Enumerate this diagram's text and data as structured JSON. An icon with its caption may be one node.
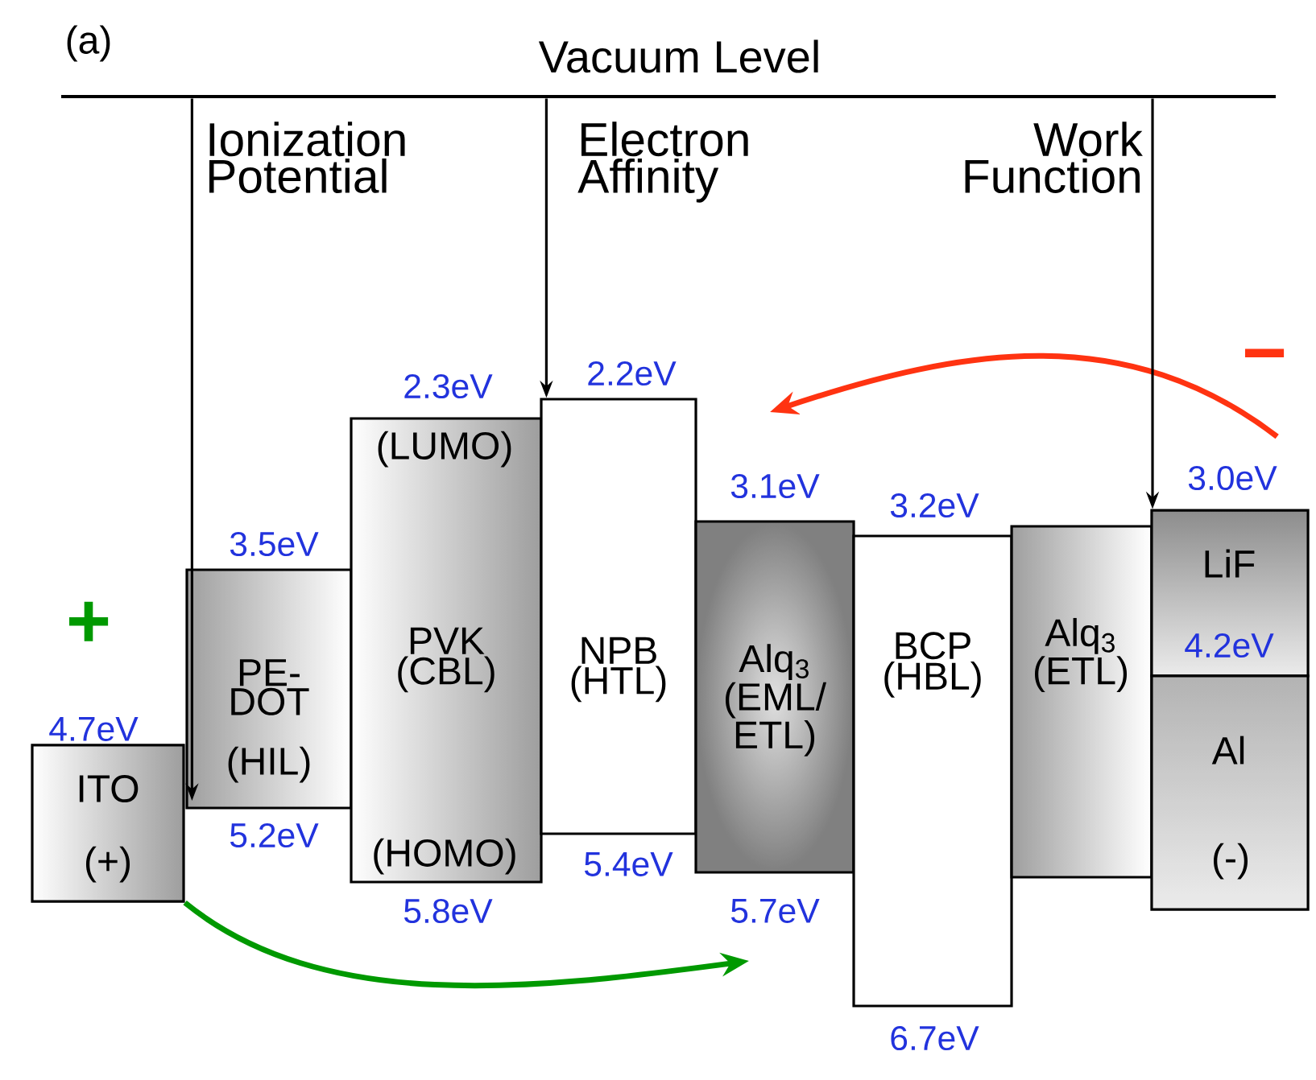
{
  "diagram": {
    "nodes": [
      {
        "text": [
          "ITO",
          "(+)"
        ],
        "beside": [
          "4.7eV"
        ]
      },
      {
        "text": [
          "PE- DOT",
          "(HIL)"
        ],
        "beside": [
          "3.5eV",
          "5.2eV"
        ]
      },
      {
        "text": [
          "(LUMO)",
          "PVK (CBL)",
          "(HOMO)"
        ],
        "beside": [
          "2.3eV",
          "5.8eV"
        ]
      },
      {
        "text": [
          "NPB (HTL)"
        ],
        "beside": [
          "2.2eV",
          "5.4eV"
        ]
      },
      {
        "text": [
          "Alq$_{3}$ (EML/ ETL)"
        ],
        "beside": [
          "3.1eV",
          "5.7eV"
        ]
      },
      {
        "text": [
          "BCP (HBL)"
        ],
        "beside": [
          "3.2eV",
          "6.7eV"
        ]
      },
      {
        "text": [
          "Alq$_{3}$ (ETL)"
        ]
      },
      {
        "text": [
          "LiF",
          "4.2eV"
        ],
        "beside": [
          "3.0eV"
        ]
      },
      {
        "text": [
          "Al",
          "(-)"
        ]
      },
      {
        "text": [
          "Vacuum Level"
        ]
      }
    ],
    "edges": [
      {
        "from": 0,
        "to": null,
        "arrow": "to",
        "style": "thick",
        "color": "#009900"
      },
      {
        "from": 7,
        "to": null,
        "arrow": "to",
        "style": "thick",
        "color": "#ff3311"
      },
      {
        "from": 9,
        "to": 1,
        "arrow": "to",
        "label": "Ionization Potential"
      },
      {
        "from": 9,
        "to": 3,
        "arrow": "to",
        "label": "Electron Affinity"
      },
      {
        "from": 9,
        "to": 7,
        "arrow": "to",
        "label": "Work Function"
      }
    ],
    "labels": [
      "(a)",
      "+",
      "−"
    ]
  }
}
